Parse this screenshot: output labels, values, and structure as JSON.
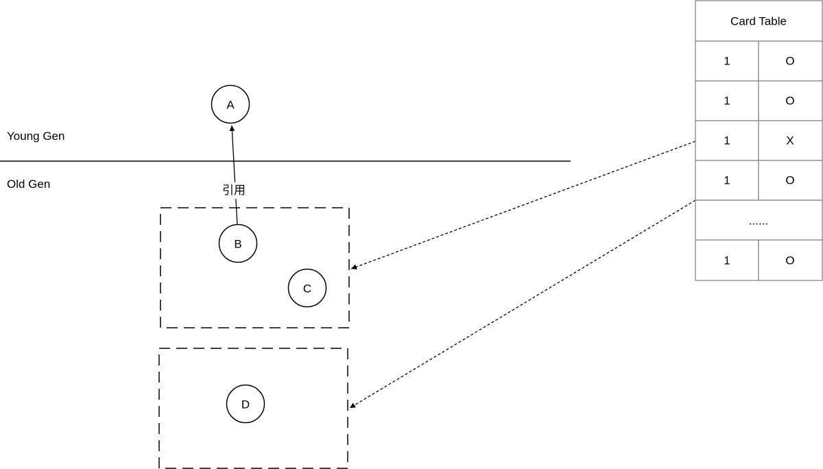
{
  "regions": {
    "young_label": "Young Gen",
    "old_label": "Old Gen"
  },
  "nodes": {
    "a": "A",
    "b": "B",
    "c": "C",
    "d": "D"
  },
  "reference_label": "引用",
  "card_table": {
    "title": "Card Table",
    "rows": [
      [
        "1",
        "O"
      ],
      [
        "1",
        "O"
      ],
      [
        "1",
        "X"
      ],
      [
        "1",
        "O"
      ],
      [
        "......"
      ],
      [
        "1",
        "O"
      ]
    ]
  }
}
